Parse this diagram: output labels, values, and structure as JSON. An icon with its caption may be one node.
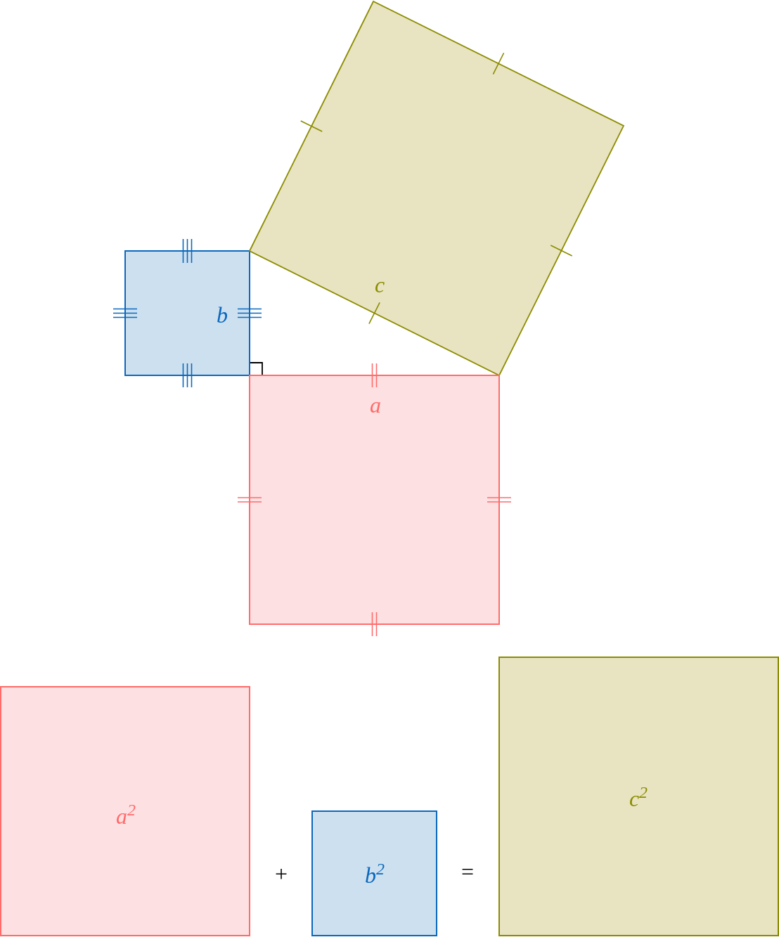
{
  "diagram": {
    "nodes": [
      {
        "text": [
          "b"
        ]
      },
      {
        "text": [
          "c"
        ]
      },
      {
        "text": [
          "a"
        ]
      },
      {
        "text": [
          "a$^{2}$"
        ]
      },
      {
        "text": [
          "b$^{2}$"
        ]
      },
      {
        "text": [
          "c$^{2}$"
        ]
      }
    ],
    "labels": [
      "+",
      "="
    ]
  }
}
